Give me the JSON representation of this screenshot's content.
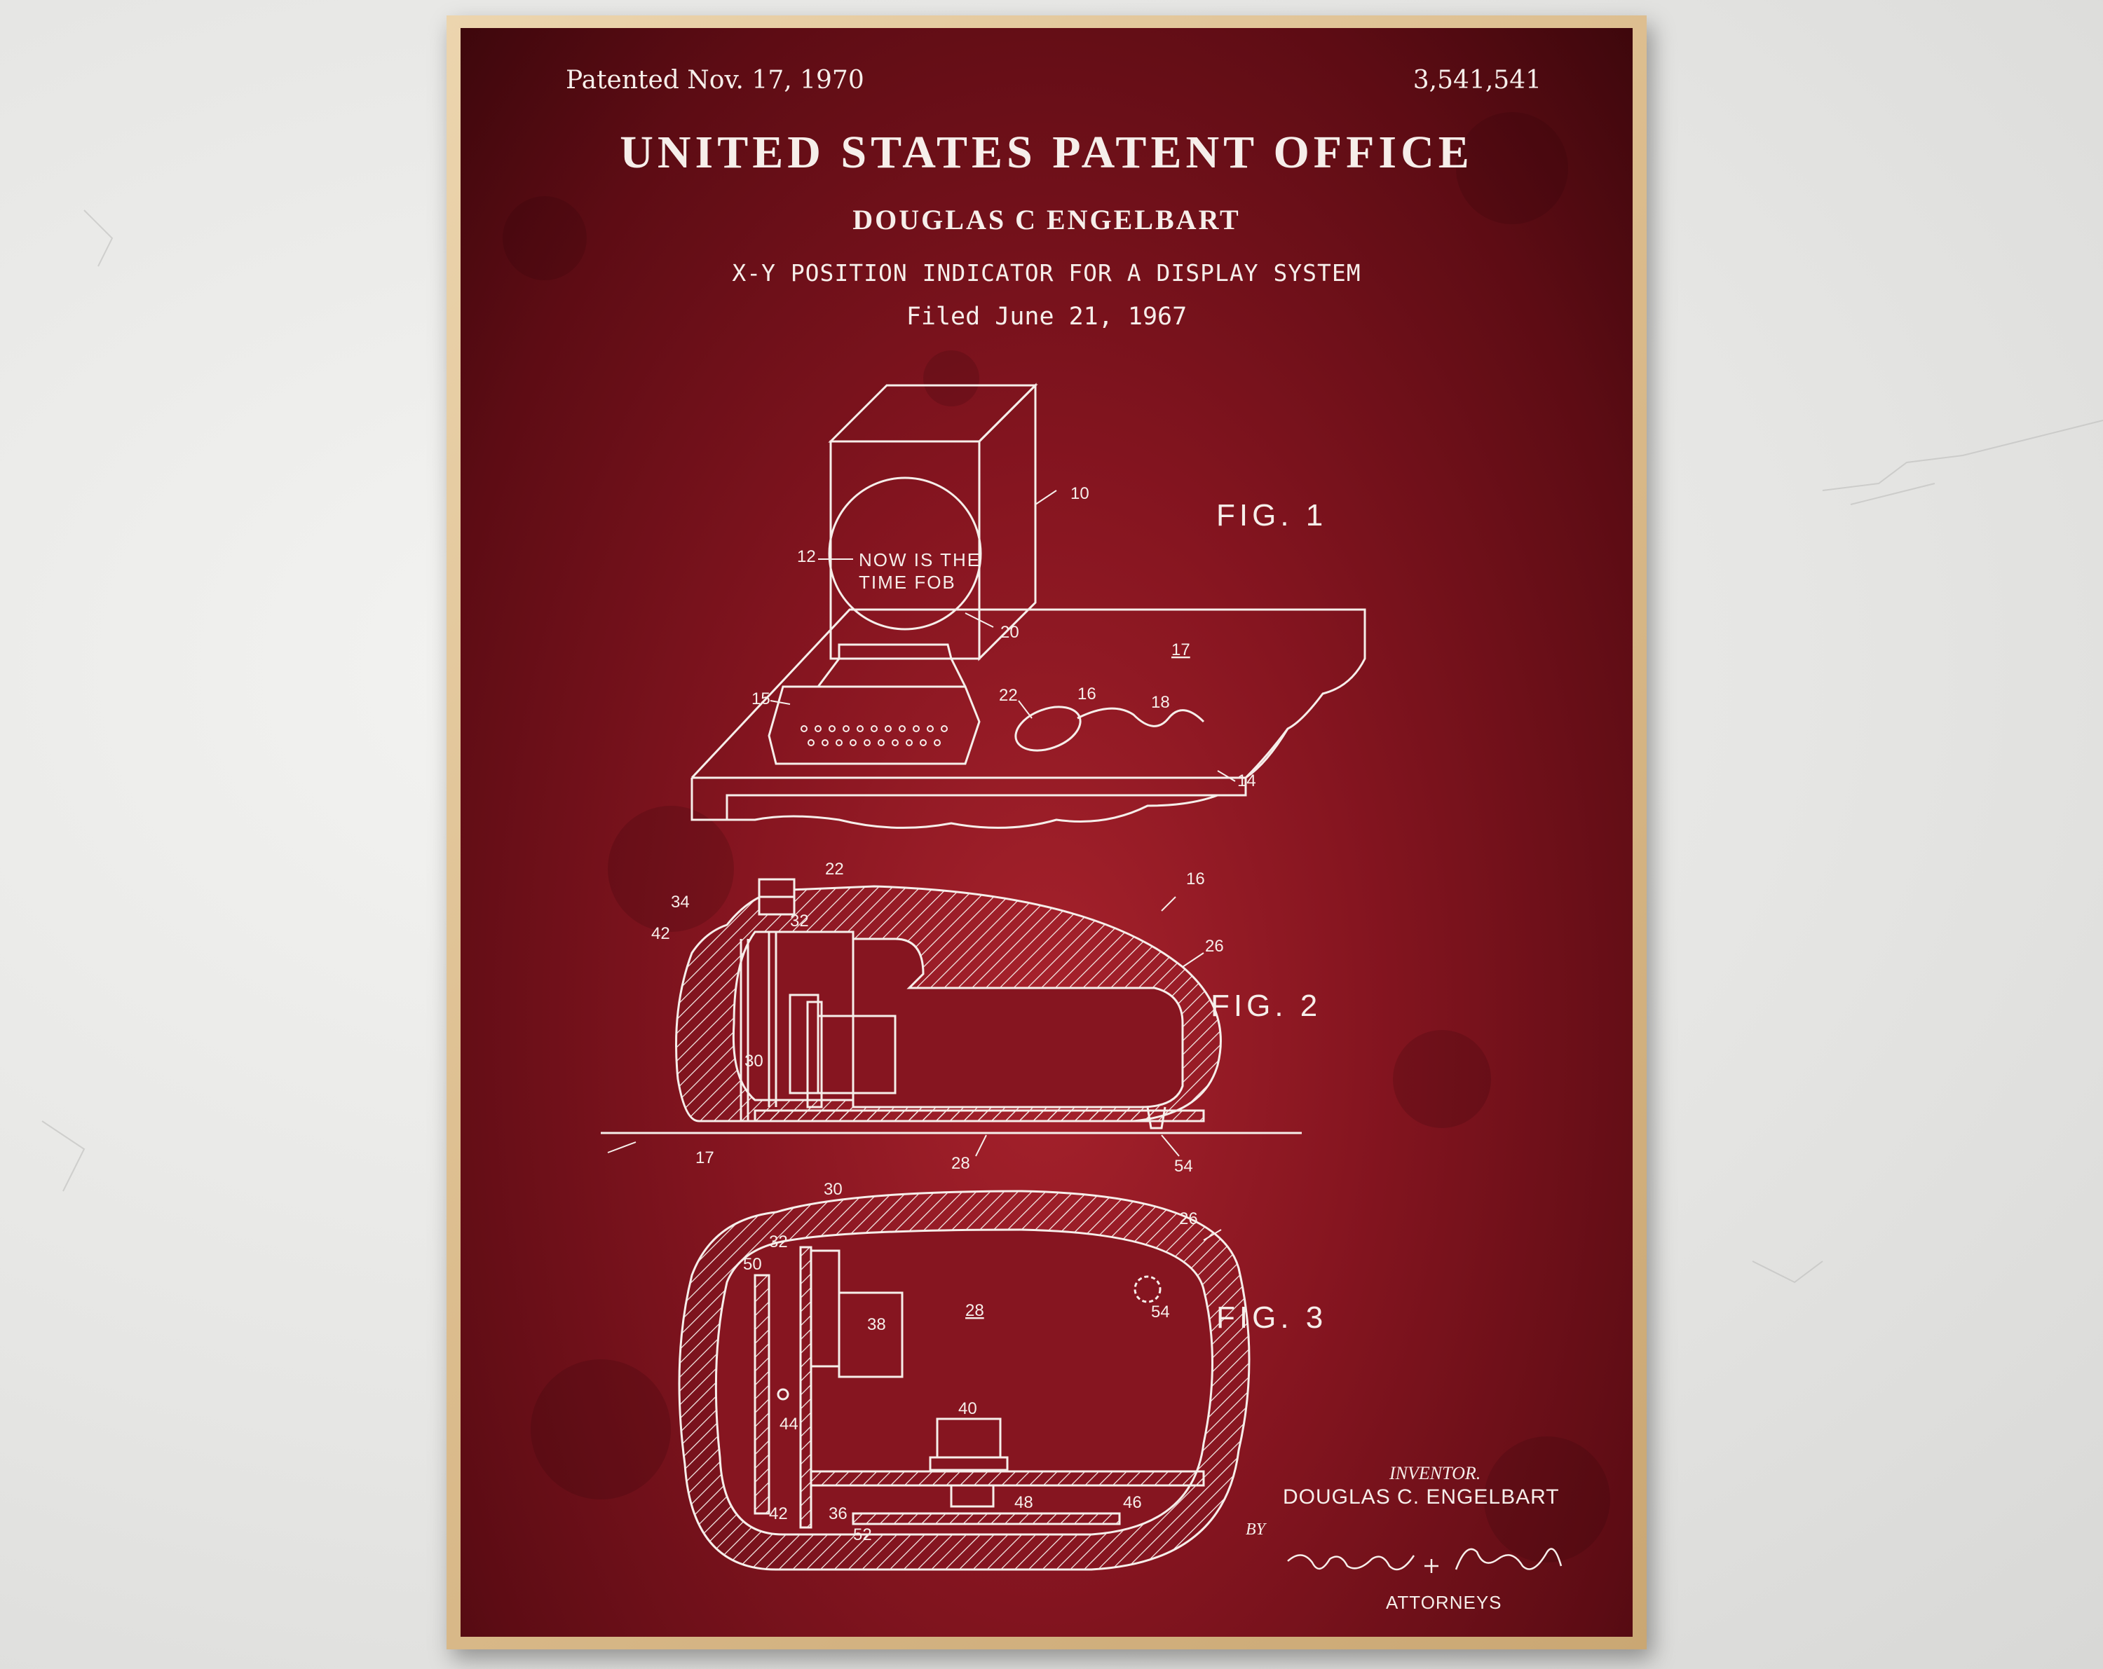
{
  "poster": {
    "patented": "Patented Nov. 17, 1970",
    "patent_number": "3,541,541",
    "office": "UNITED STATES PATENT OFFICE",
    "inventor_heading": "DOUGLAS C ENGELBART",
    "title": "X-Y POSITION INDICATOR FOR A DISPLAY SYSTEM",
    "filed": "Filed June 21, 1967",
    "figures": {
      "fig1": {
        "label": "FIG. 1",
        "screen_line1": "NOW IS THE",
        "screen_line2": "TIME FOB",
        "refs": [
          "10",
          "12",
          "20",
          "17",
          "15",
          "22",
          "16",
          "18",
          "14"
        ]
      },
      "fig2": {
        "label": "FIG. 2",
        "refs": [
          "22",
          "16",
          "34",
          "32",
          "42",
          "26",
          "30",
          "17",
          "28",
          "54"
        ]
      },
      "fig3": {
        "label": "FIG. 3",
        "refs": [
          "30",
          "26",
          "32",
          "50",
          "54",
          "28",
          "38",
          "40",
          "44",
          "42",
          "36",
          "48",
          "46",
          "52"
        ]
      }
    },
    "inventor_label": "INVENTOR.",
    "inventor_name": "DOUGLAS C. ENGELBART",
    "by": "BY",
    "signature": "Lindenberg & Freilich",
    "attorneys": "ATTORNEYS"
  },
  "colors": {
    "poster_red": "#861520",
    "line_white": "#f6eeea",
    "frame_wood": "#dcbd8e",
    "wall": "#e9e9e7"
  }
}
